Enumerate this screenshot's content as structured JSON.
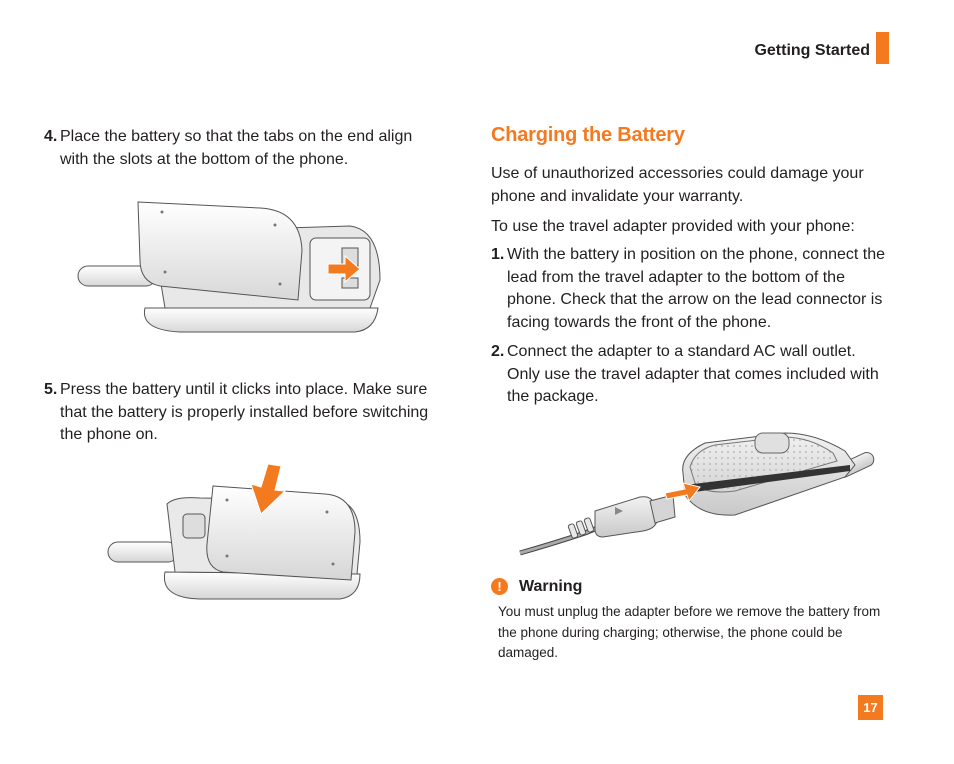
{
  "header": {
    "section": "Getting Started",
    "accent_color": "#f47a20"
  },
  "left_steps": [
    {
      "number": "4.",
      "text": "Place the battery so that the tabs on the end align with the slots at the bottom of the phone."
    },
    {
      "number": "5.",
      "text": "Press the battery until it clicks into place. Make sure that the battery is properly installed before switching the phone on."
    }
  ],
  "charging": {
    "title": "Charging the Battery",
    "intro": "Use of unauthorized accessories could damage your phone and invalidate your warranty.",
    "lead": "To use the travel adapter provided with your phone:",
    "steps": [
      {
        "number": "1.",
        "text": "With the battery in position on the phone, connect the lead from the travel adapter to the bottom of the phone. Check that the arrow on the lead connector is facing towards the front of the phone."
      },
      {
        "number": "2.",
        "text": "Connect the adapter to a standard AC wall outlet. Only use the travel adapter that comes included with the package."
      }
    ]
  },
  "warning": {
    "icon": "exclamation-icon",
    "title": "Warning",
    "text": "You must unplug the adapter before we remove the battery from the phone during charging; otherwise, the phone could be damaged."
  },
  "page_number": "17"
}
